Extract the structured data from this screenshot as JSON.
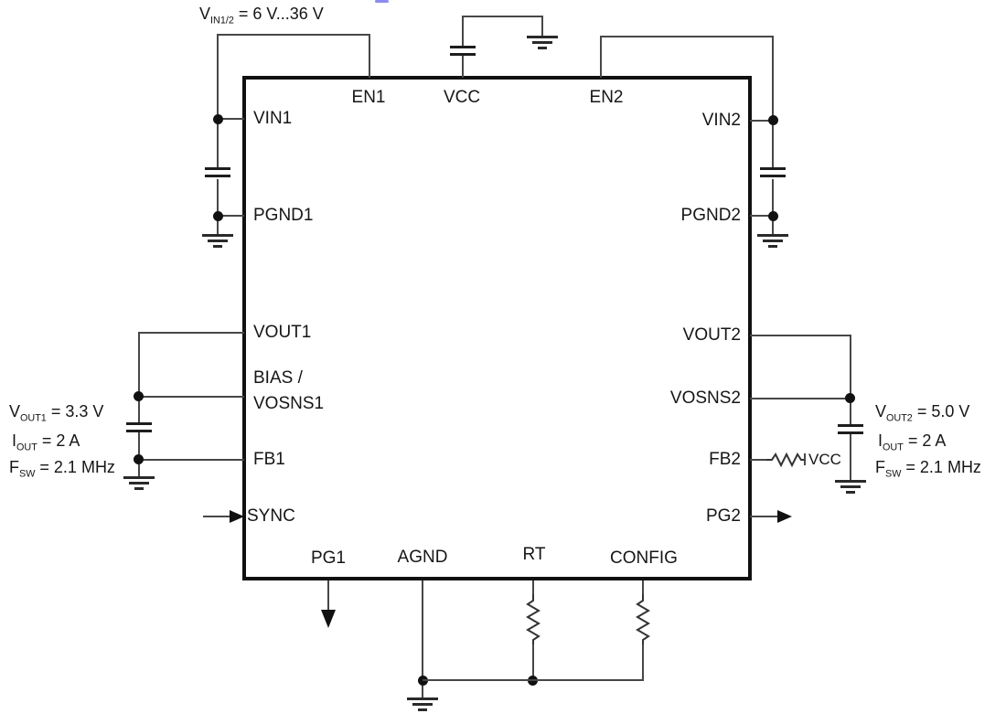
{
  "pins": {
    "vin1": "VIN1",
    "pgnd1": "PGND1",
    "vout1": "VOUT1",
    "bias_line1": "BIAS /",
    "bias_line2": "VOSNS1",
    "fb1": "FB1",
    "sync": "SYNC",
    "en1": "EN1",
    "vcc": "VCC",
    "en2": "EN2",
    "vin2": "VIN2",
    "pgnd2": "PGND2",
    "vout2": "VOUT2",
    "vosns2": "VOSNS2",
    "fb2": "FB2",
    "pg2": "PG2",
    "pg1": "PG1",
    "agnd": "AGND",
    "rt": "RT",
    "config": "CONFIG"
  },
  "annotations": {
    "vin_range": {
      "main": "V",
      "sub": "IN1/2",
      "rest": " = 6 V...36 V"
    },
    "out1": {
      "v": {
        "main": "V",
        "sub": "OUT1",
        "rest": " = 3.3 V"
      },
      "i": {
        "main": "I",
        "sub": "OUT",
        "rest": " = 2 A"
      },
      "f": {
        "main": "F",
        "sub": "SW",
        "rest": " = 2.1 MHz"
      }
    },
    "out2": {
      "v": {
        "main": "V",
        "sub": "OUT2",
        "rest": " = 5.0 V"
      },
      "i": {
        "main": "I",
        "sub": "OUT",
        "rest": " = 2 A"
      },
      "f": {
        "main": "F",
        "sub": "SW",
        "rest": " = 2.1 MHz"
      }
    },
    "fb2_net": "VCC"
  },
  "colors": {
    "wire": "#474747",
    "ic_border": "#111111",
    "text": "#161616",
    "artifact_mark": "#8b8bf0"
  }
}
